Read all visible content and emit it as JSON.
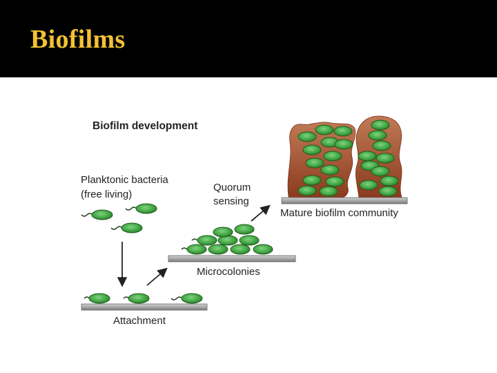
{
  "slide": {
    "title": "Biofilms"
  },
  "diagram": {
    "heading": "Biofilm development",
    "planktonic_line1": "Planktonic bacteria",
    "planktonic_line2": "(free living)",
    "attachment": "Attachment",
    "microcolonies": "Microcolonies",
    "quorum_line1": "Quorum",
    "quorum_line2": "sensing",
    "mature": "Mature biofilm community"
  },
  "colors": {
    "title": "#f2c233",
    "title_bar": "#000000",
    "bacterium_fill": "#4cae4c",
    "bacterium_stroke": "#1f5c1f",
    "biofilm_matrix": "#9a4a2a",
    "surface": "#9a9a9a"
  }
}
